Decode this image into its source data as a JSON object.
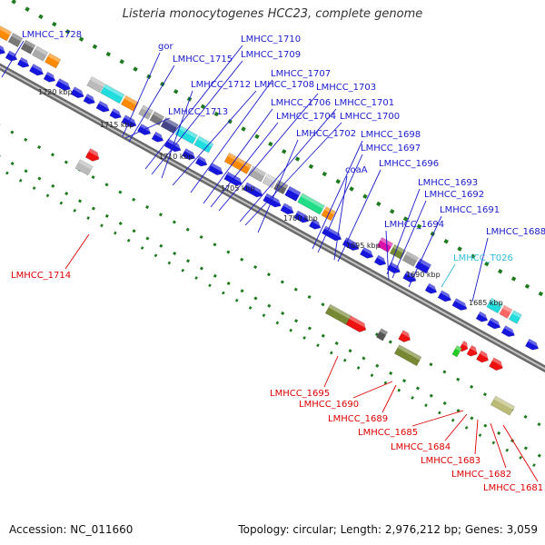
{
  "title": "Listeria monocytogenes HCC23, complete genome",
  "footer": {
    "accession": "Accession: NC_011660",
    "summary": "Topology: circular; Length: 2,976,212 bp; Genes: 3,059"
  },
  "colors": {
    "backbone": "#8a8a8a",
    "label_blue": "#1a1acc",
    "label_red": "#dd0000",
    "label_cyan": "#33bbdd",
    "tick": "#1e7a1e"
  },
  "kbp_ticks": [
    "1720 kbp",
    "1715 kbp",
    "1710 kbp",
    "1705 kbp",
    "1700 kbp",
    "1695 kbp",
    "1690 kbp",
    "1685 kbp"
  ],
  "top_labels": [
    {
      "text": "LMHCC_1728",
      "color": "blue"
    },
    {
      "text": "gor",
      "color": "blue"
    },
    {
      "text": "LMHCC_1715",
      "color": "blue"
    },
    {
      "text": "LMHCC_1710",
      "color": "blue"
    },
    {
      "text": "LMHCC_1709",
      "color": "blue"
    },
    {
      "text": "LMHCC_1712",
      "color": "blue"
    },
    {
      "text": "LMHCC_1708",
      "color": "blue"
    },
    {
      "text": "LMHCC_1707",
      "color": "blue"
    },
    {
      "text": "LMHCC_1713",
      "color": "blue"
    },
    {
      "text": "LMHCC_1706",
      "color": "blue"
    },
    {
      "text": "LMHCC_1703",
      "color": "blue"
    },
    {
      "text": "LMHCC_1704",
      "color": "blue"
    },
    {
      "text": "LMHCC_1701",
      "color": "blue"
    },
    {
      "text": "LMHCC_1700",
      "color": "blue"
    },
    {
      "text": "LMHCC_1702",
      "color": "blue"
    },
    {
      "text": "LMHCC_1698",
      "color": "blue"
    },
    {
      "text": "LMHCC_1697",
      "color": "blue"
    },
    {
      "text": "LMHCC_1696",
      "color": "blue"
    },
    {
      "text": "coaA",
      "color": "blue"
    },
    {
      "text": "LMHCC_1693",
      "color": "blue"
    },
    {
      "text": "LMHCC_1692",
      "color": "blue"
    },
    {
      "text": "LMHCC_1691",
      "color": "blue"
    },
    {
      "text": "LMHCC_1694",
      "color": "blue"
    },
    {
      "text": "LMHCC_1688",
      "color": "blue"
    },
    {
      "text": "LMHCC_T026",
      "color": "cyan"
    }
  ],
  "bottom_labels": [
    {
      "text": "LMHCC_1714",
      "color": "red"
    },
    {
      "text": "LMHCC_1695",
      "color": "red"
    },
    {
      "text": "LMHCC_1690",
      "color": "red"
    },
    {
      "text": "LMHCC_1689",
      "color": "red"
    },
    {
      "text": "LMHCC_1685",
      "color": "red"
    },
    {
      "text": "LMHCC_1684",
      "color": "red"
    },
    {
      "text": "LMHCC_1683",
      "color": "red"
    },
    {
      "text": "LMHCC_1682",
      "color": "red"
    },
    {
      "text": "LMHCC_1681",
      "color": "red"
    }
  ]
}
